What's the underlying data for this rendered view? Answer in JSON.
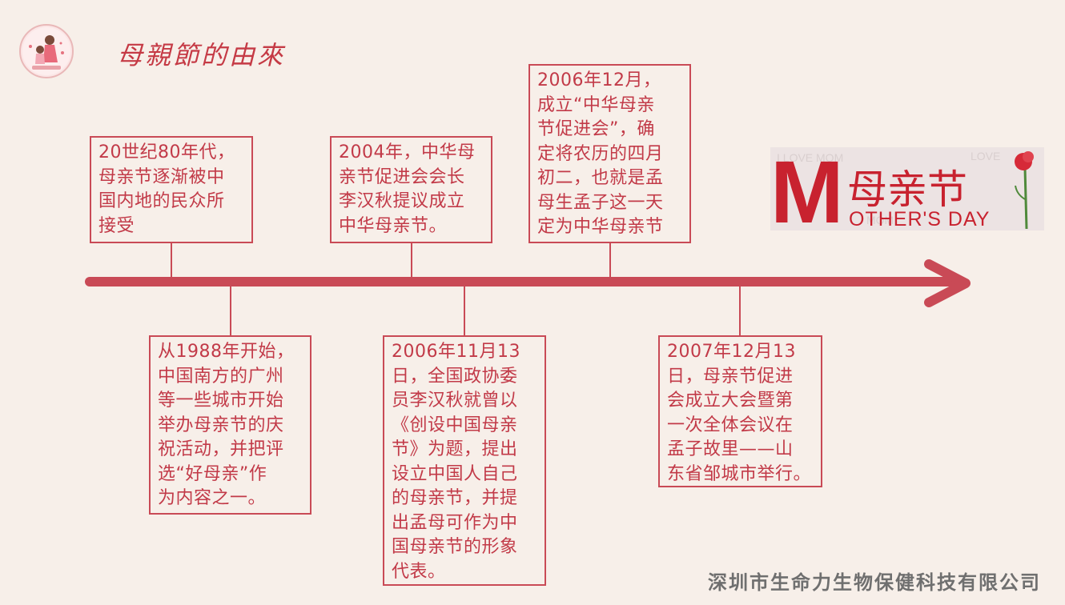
{
  "header": {
    "title": "母親節的由來",
    "logo_icon": "mother-child-logo"
  },
  "timeline": {
    "line_color": "#c94a56",
    "events_above": [
      {
        "text": "20世纪80年代，\n母亲节逐渐被中\n国内地的民众所\n接受"
      },
      {
        "text": "2004年，中华母\n亲节促进会会长\n李汉秋提议成立\n中华母亲节。"
      },
      {
        "text": "2006年12月，\n成立“中华母亲\n节促进会”，确\n定将农历的四月\n初二，也就是孟\n母生孟子这一天\n定为中华母亲节"
      }
    ],
    "events_below": [
      {
        "text": "从1988年开始，\n中国南方的广州\n等一些城市开始\n举办母亲节的庆\n祝活动，并把评\n选“好母亲”作\n为内容之一。"
      },
      {
        "text": "2006年11月13\n日，全国政协委\n员李汉秋就曾以\n《创设中国母亲\n节》为题，提出\n设立中国人自己\n的母亲节，并提\n出孟母可作为中\n国母亲节的形象\n代表。"
      },
      {
        "text": "2007年12月13\n日，母亲节促进\n会成立大会暨第\n一次全体会议在\n孟子故里——山\n东省邹城市举行。"
      }
    ]
  },
  "brand": {
    "big_letter": "M",
    "chinese": "母亲节",
    "english": "OTHER'S DAY",
    "accent": "#c8222f",
    "flower_icon": "carnation-icon"
  },
  "footer": {
    "company": "深圳市生命力生物保健科技有限公司"
  }
}
